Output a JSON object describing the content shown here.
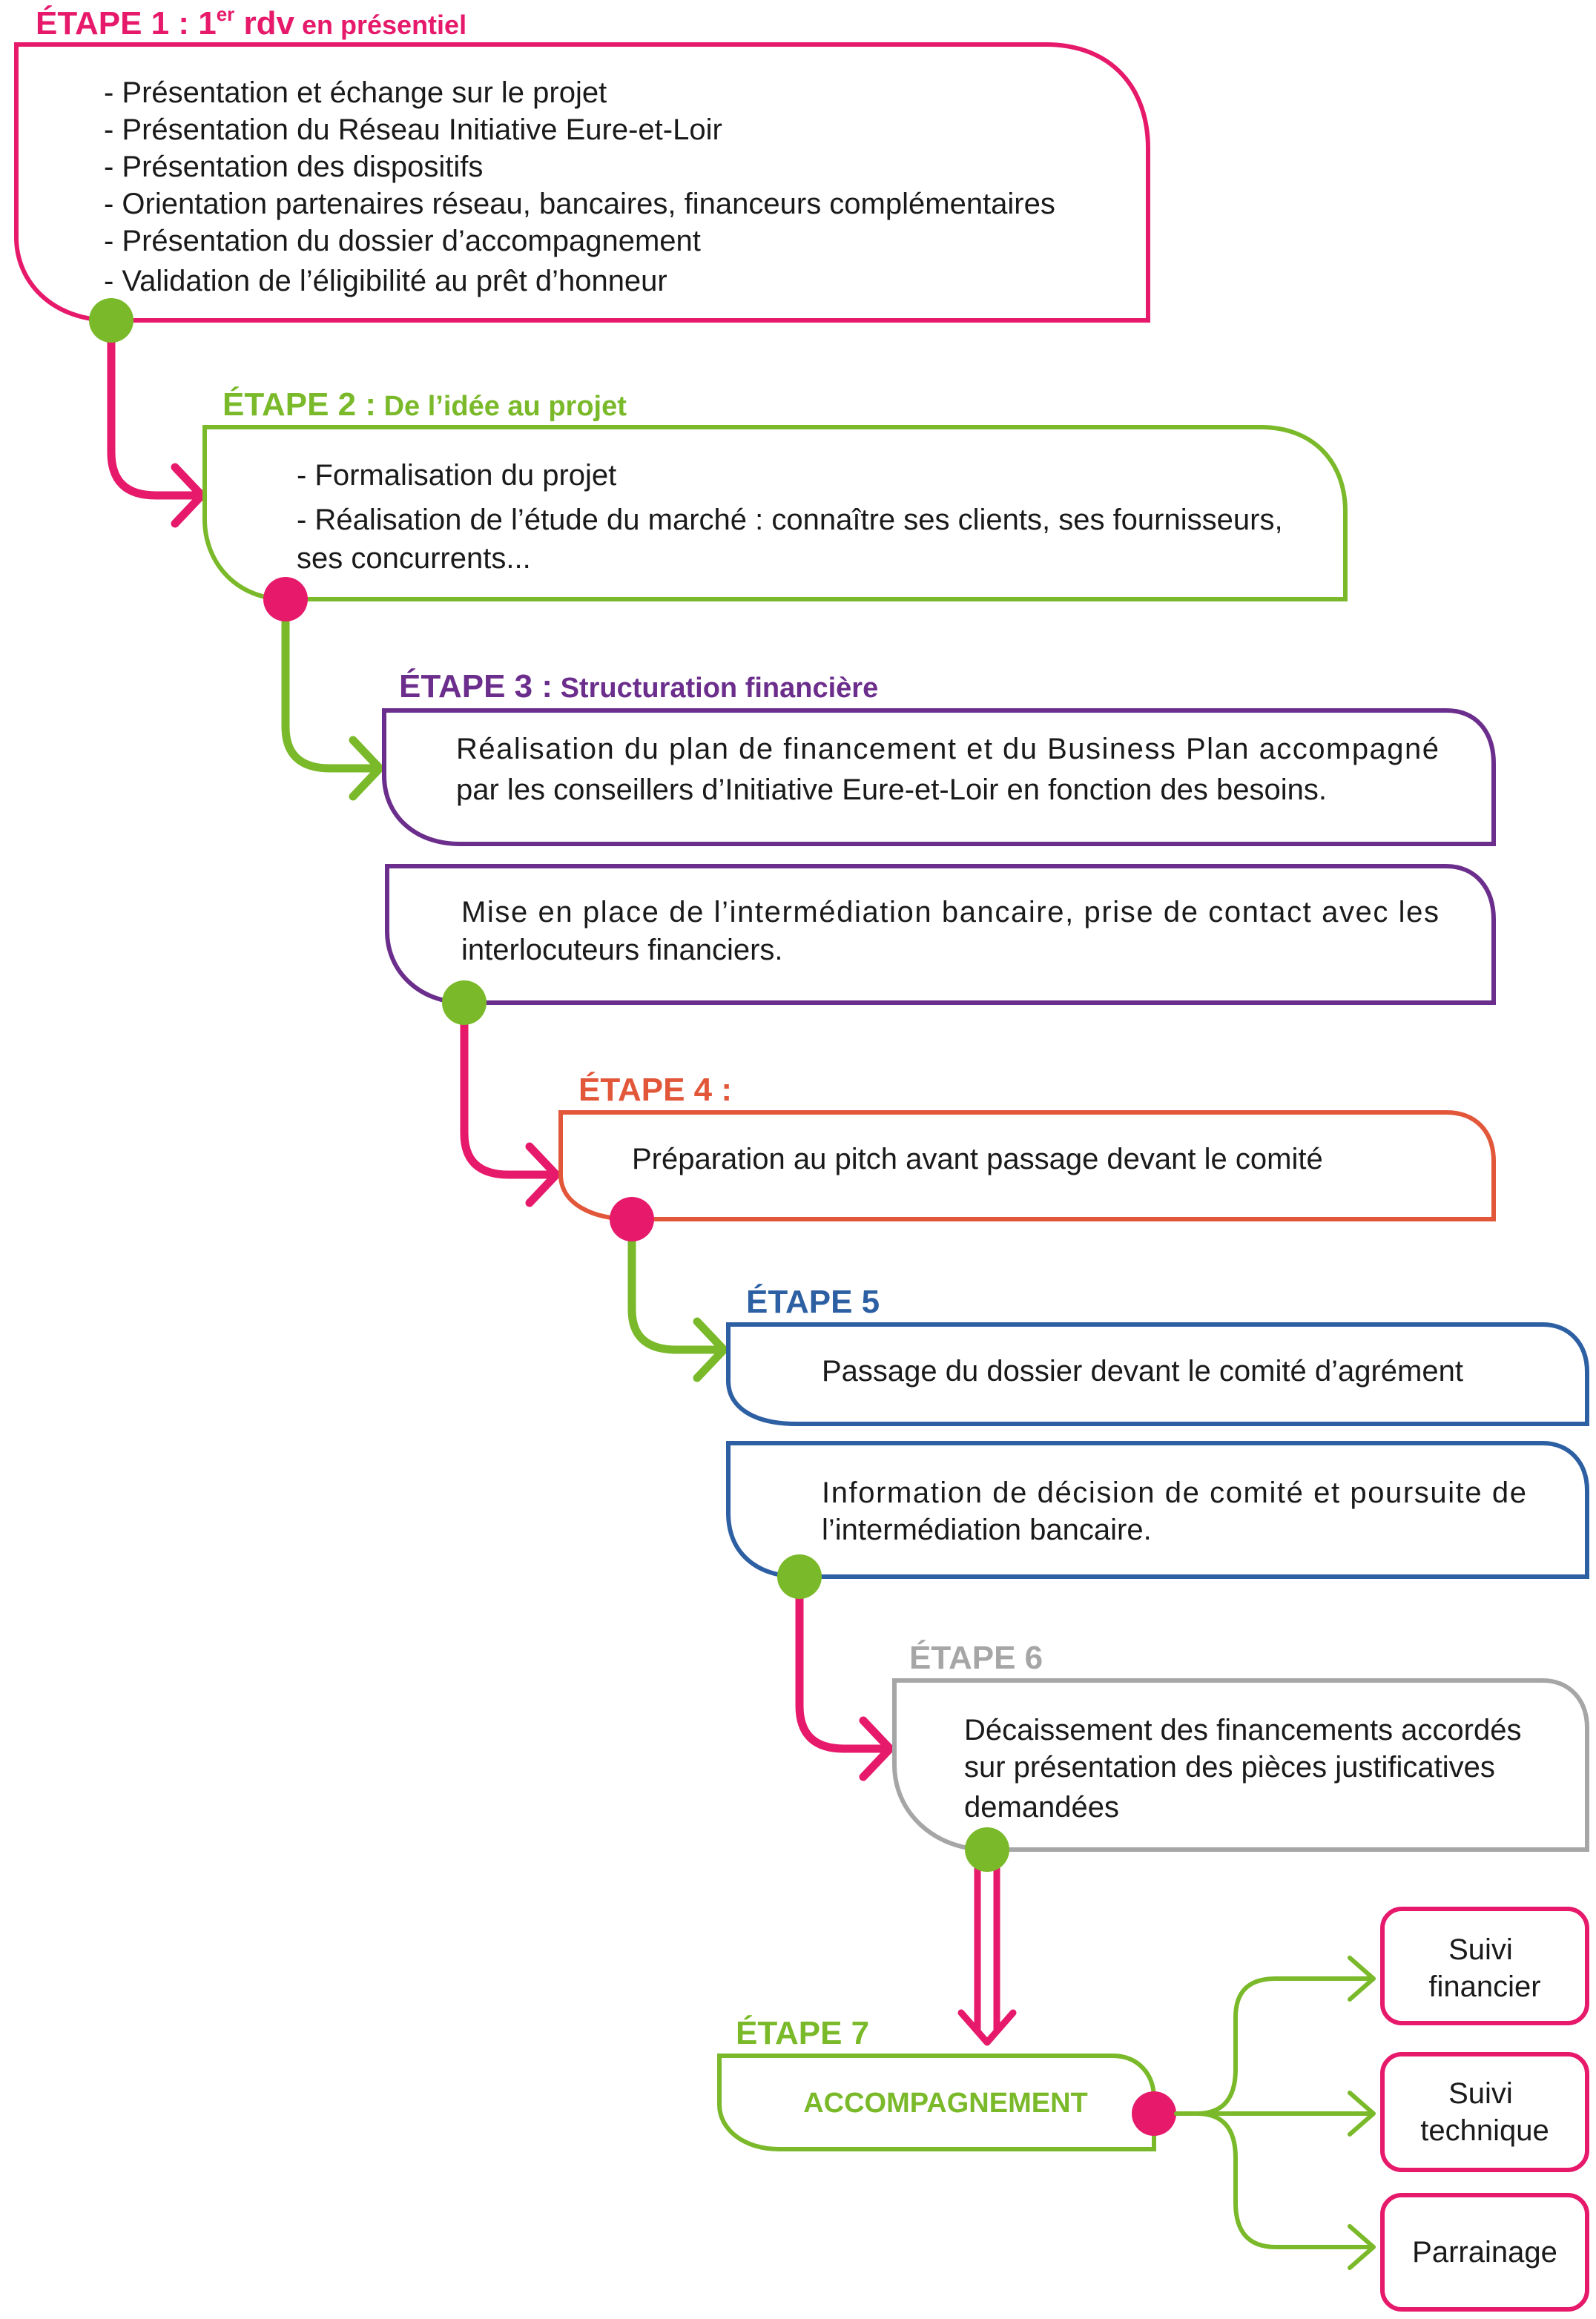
{
  "colors": {
    "pink": "#e6196b",
    "green": "#7ab929",
    "purple": "#6c2e8c",
    "orange": "#e2573a",
    "blue": "#2d5fa3",
    "grey": "#a6a6a6"
  },
  "step1": {
    "title_main": "ÉTAPE 1 : 1",
    "title_sup": "er",
    "title_tail": " rdv",
    "title_sub": " en présentiel",
    "items": [
      "- Présentation et échange sur le projet",
      "- Présentation du Réseau Initiative Eure-et-Loir",
      "- Présentation des dispositifs",
      "- Orientation partenaires réseau, bancaires, financeurs complémentaires",
      "- Présentation du dossier d’accompagnement",
      "- Validation de l’éligibilité au prêt d’honneur"
    ]
  },
  "step2": {
    "title_main": "ÉTAPE 2 :",
    "title_sub": " De l’idée au projet",
    "items": [
      "- Formalisation du projet",
      "- Réalisation de l’étude du marché : connaître ses clients, ses fournisseurs,",
      "ses concurrents..."
    ]
  },
  "step3": {
    "title_main": "ÉTAPE 3 :",
    "title_sub": " Structuration financière",
    "box1_lines": [
      "Réalisation du plan de financement et du Business Plan accompagné",
      "par les conseillers d’Initiative Eure-et-Loir en fonction des besoins."
    ],
    "box2_lines": [
      "Mise en place de l’intermédiation bancaire, prise de contact avec les",
      "interlocuteurs financiers."
    ]
  },
  "step4": {
    "title_main": "ÉTAPE 4 :",
    "lines": [
      "Préparation au pitch avant passage devant le comité"
    ]
  },
  "step5": {
    "title_main": "ÉTAPE 5",
    "box1_lines": [
      "Passage du dossier devant le comité d’agrément"
    ],
    "box2_lines": [
      "Information de décision de comité et poursuite de",
      "l’intermédiation bancaire."
    ]
  },
  "step6": {
    "title_main": "ÉTAPE 6",
    "lines": [
      "Décaissement des financements accordés",
      "sur présentation des pièces justificatives",
      "demandées"
    ]
  },
  "step7": {
    "title_main": "ÉTAPE 7",
    "label": "ACCOMPAGNEMENT",
    "outcomes": [
      [
        "Suivi",
        "financier"
      ],
      [
        "Suivi",
        "technique"
      ],
      [
        "Parrainage"
      ]
    ]
  }
}
